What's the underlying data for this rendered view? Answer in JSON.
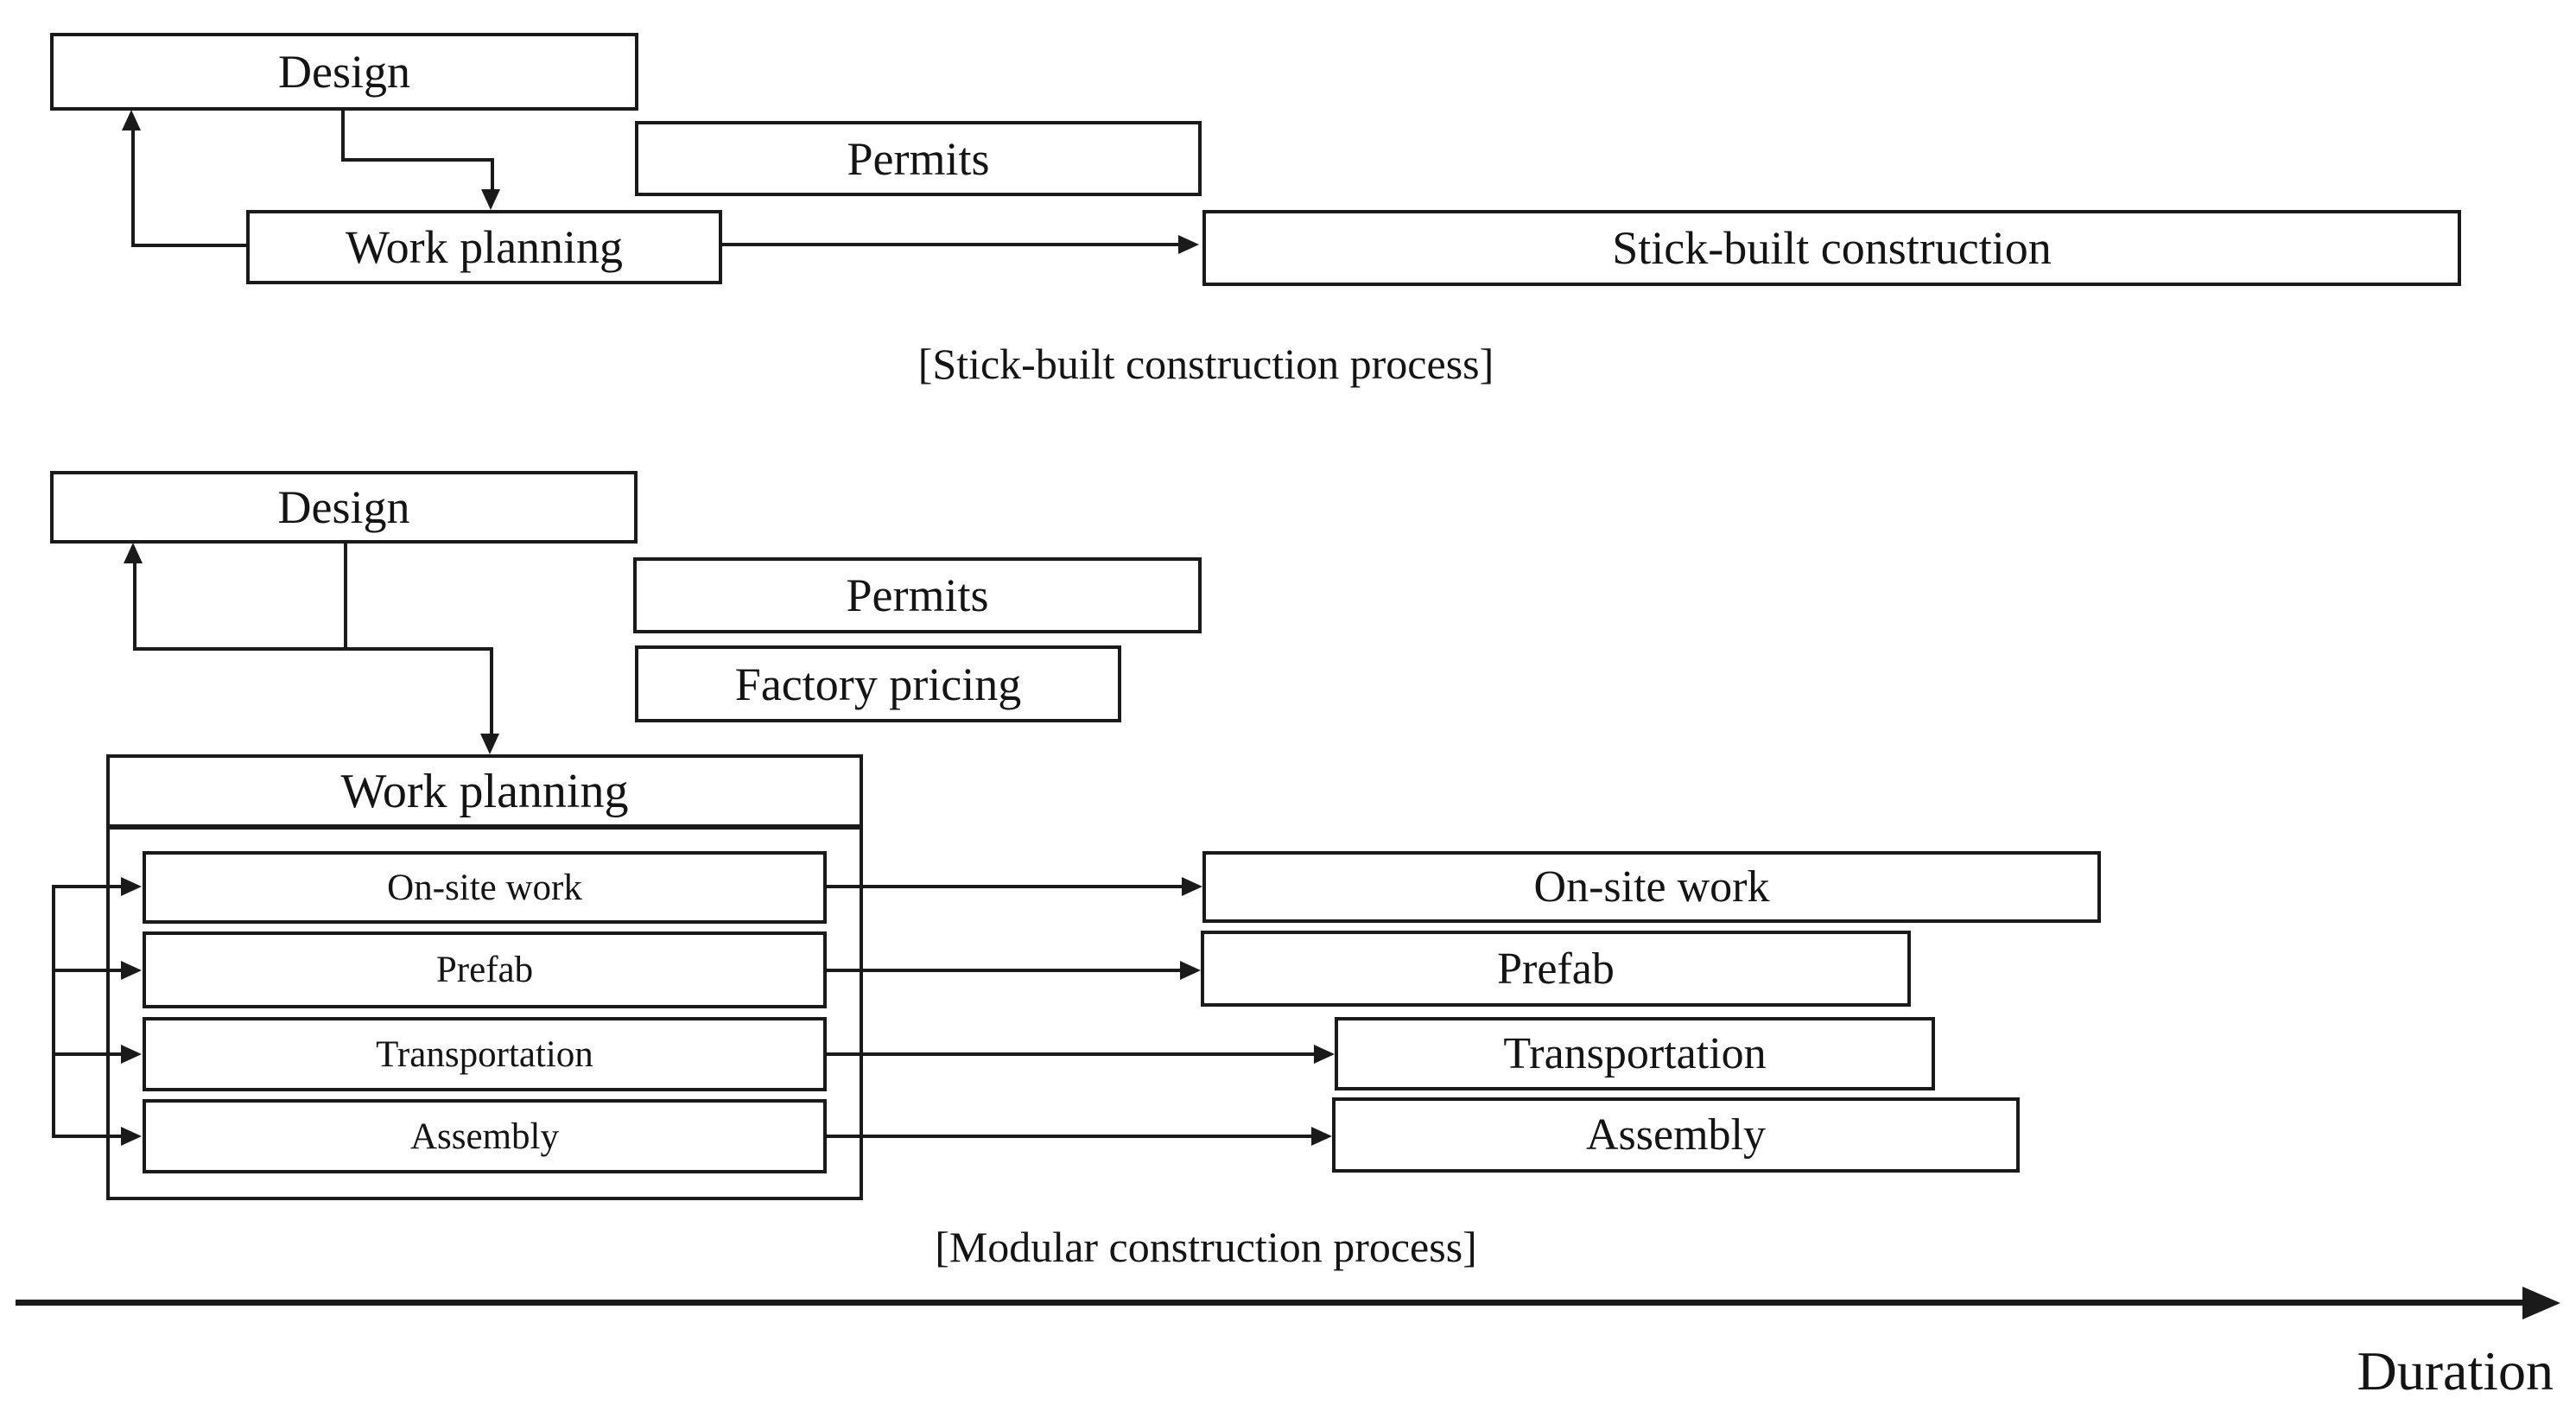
{
  "stick_built": {
    "design": "Design",
    "permits": "Permits",
    "work_planning": "Work planning",
    "construction": "Stick-built construction",
    "caption": "[Stick-built construction process]"
  },
  "modular": {
    "design": "Design",
    "permits": "Permits",
    "factory_pricing": "Factory pricing",
    "work_planning": "Work planning",
    "planning_tasks": [
      "On-site work",
      "Prefab",
      "Transportation",
      "Assembly"
    ],
    "execution_tasks": [
      "On-site work",
      "Prefab",
      "Transportation",
      "Assembly"
    ],
    "caption": "[Modular construction process]"
  },
  "axis": {
    "label": "Duration"
  },
  "colors": {
    "ink": "#1a1a1a",
    "background": "#ffffff"
  }
}
